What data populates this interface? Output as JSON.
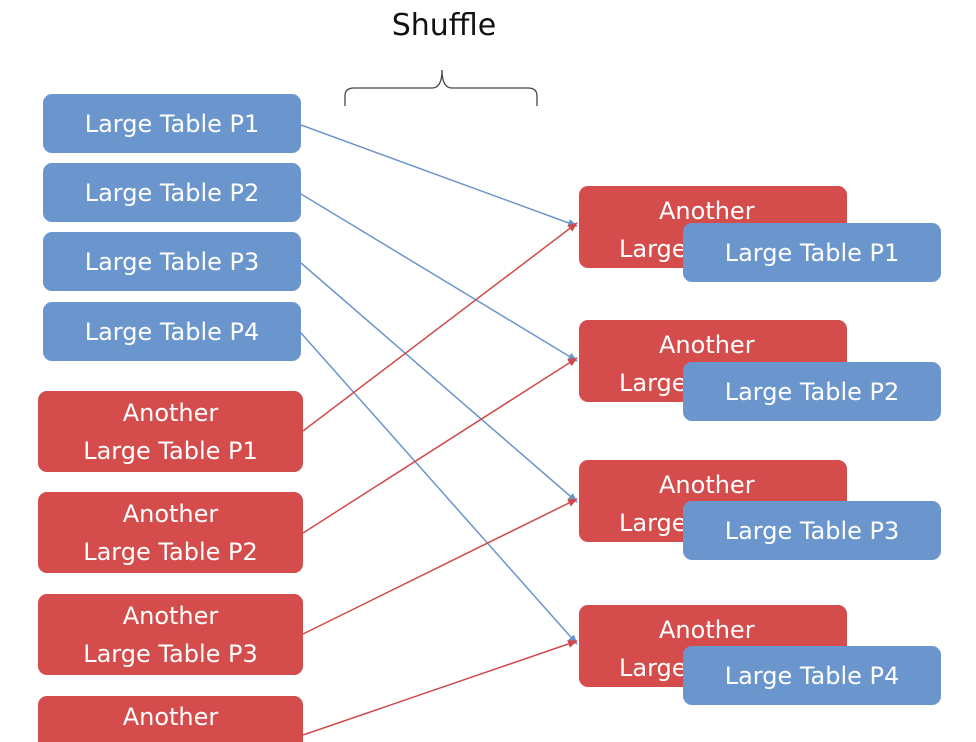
{
  "title": "Shuffle",
  "colors": {
    "blue": "#6b96cd",
    "red": "#d44c4b",
    "blue_line": "#6a95cc",
    "red_line": "#d14a4a"
  },
  "left": {
    "blue": [
      {
        "label": "Large Table P1"
      },
      {
        "label": "Large Table P2"
      },
      {
        "label": "Large Table P3"
      },
      {
        "label": "Large Table P4"
      }
    ],
    "red": [
      {
        "line1": "Another",
        "line2": "Large Table P1"
      },
      {
        "line1": "Another",
        "line2": "Large Table P2"
      },
      {
        "line1": "Another",
        "line2": "Large Table P3"
      },
      {
        "line1": "Another",
        "line2": ""
      }
    ]
  },
  "right": {
    "groups": [
      {
        "red_line1": "Another",
        "red_line2": "Large",
        "blue_label": "Large Table P1"
      },
      {
        "red_line1": "Another",
        "red_line2": "Large",
        "blue_label": "Large Table P2"
      },
      {
        "red_line1": "Another",
        "red_line2": "Large",
        "blue_label": "Large Table P3"
      },
      {
        "red_line1": "Another",
        "red_line2": "Large",
        "blue_label": "Large Table P4"
      }
    ]
  }
}
